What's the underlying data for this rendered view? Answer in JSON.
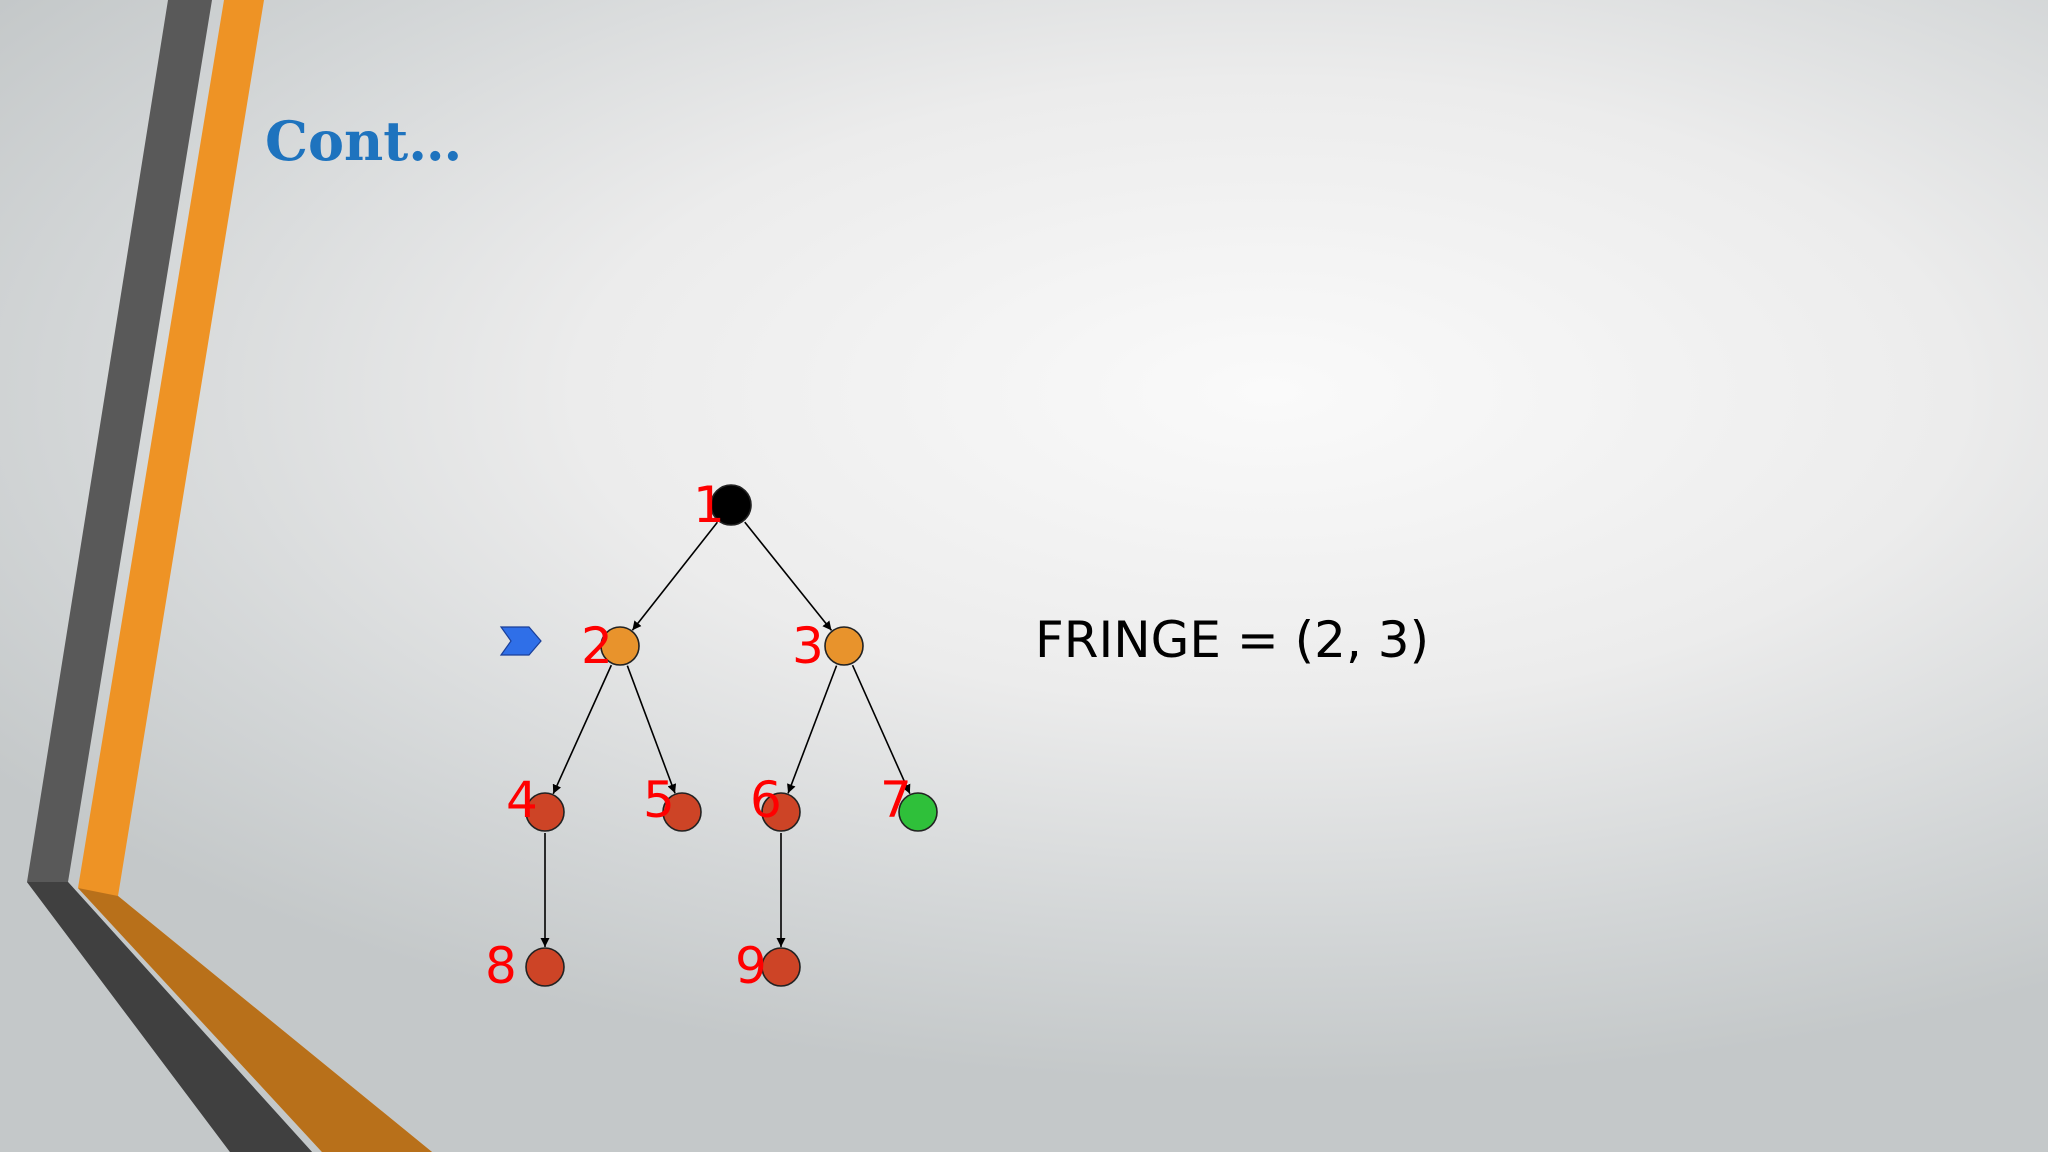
{
  "slide": {
    "title": "Cont…",
    "fringe_text": "FRINGE = (2, 3)"
  },
  "colors": {
    "title": "#1e73be",
    "label": "#ff0000",
    "root": "#000000",
    "frontier": "#e8932c",
    "unexplored": "#cd4426",
    "goal": "#2fc03a",
    "pointer": "#2f6fe8",
    "bar_dark": "#595959",
    "bar_orange": "#ee9325"
  },
  "tree": {
    "nodes": [
      {
        "id": "1",
        "label": "1",
        "state": "root"
      },
      {
        "id": "2",
        "label": "2",
        "state": "frontier"
      },
      {
        "id": "3",
        "label": "3",
        "state": "frontier"
      },
      {
        "id": "4",
        "label": "4",
        "state": "unexplored"
      },
      {
        "id": "5",
        "label": "5",
        "state": "unexplored"
      },
      {
        "id": "6",
        "label": "6",
        "state": "unexplored"
      },
      {
        "id": "7",
        "label": "7",
        "state": "goal"
      },
      {
        "id": "8",
        "label": "8",
        "state": "unexplored"
      },
      {
        "id": "9",
        "label": "9",
        "state": "unexplored"
      }
    ],
    "edges": [
      {
        "from": "1",
        "to": "2"
      },
      {
        "from": "1",
        "to": "3"
      },
      {
        "from": "2",
        "to": "4"
      },
      {
        "from": "2",
        "to": "5"
      },
      {
        "from": "3",
        "to": "6"
      },
      {
        "from": "3",
        "to": "7"
      },
      {
        "from": "4",
        "to": "8"
      },
      {
        "from": "6",
        "to": "9"
      }
    ],
    "current_node": "2",
    "pointer_icon": "chevron-arrow-icon"
  }
}
